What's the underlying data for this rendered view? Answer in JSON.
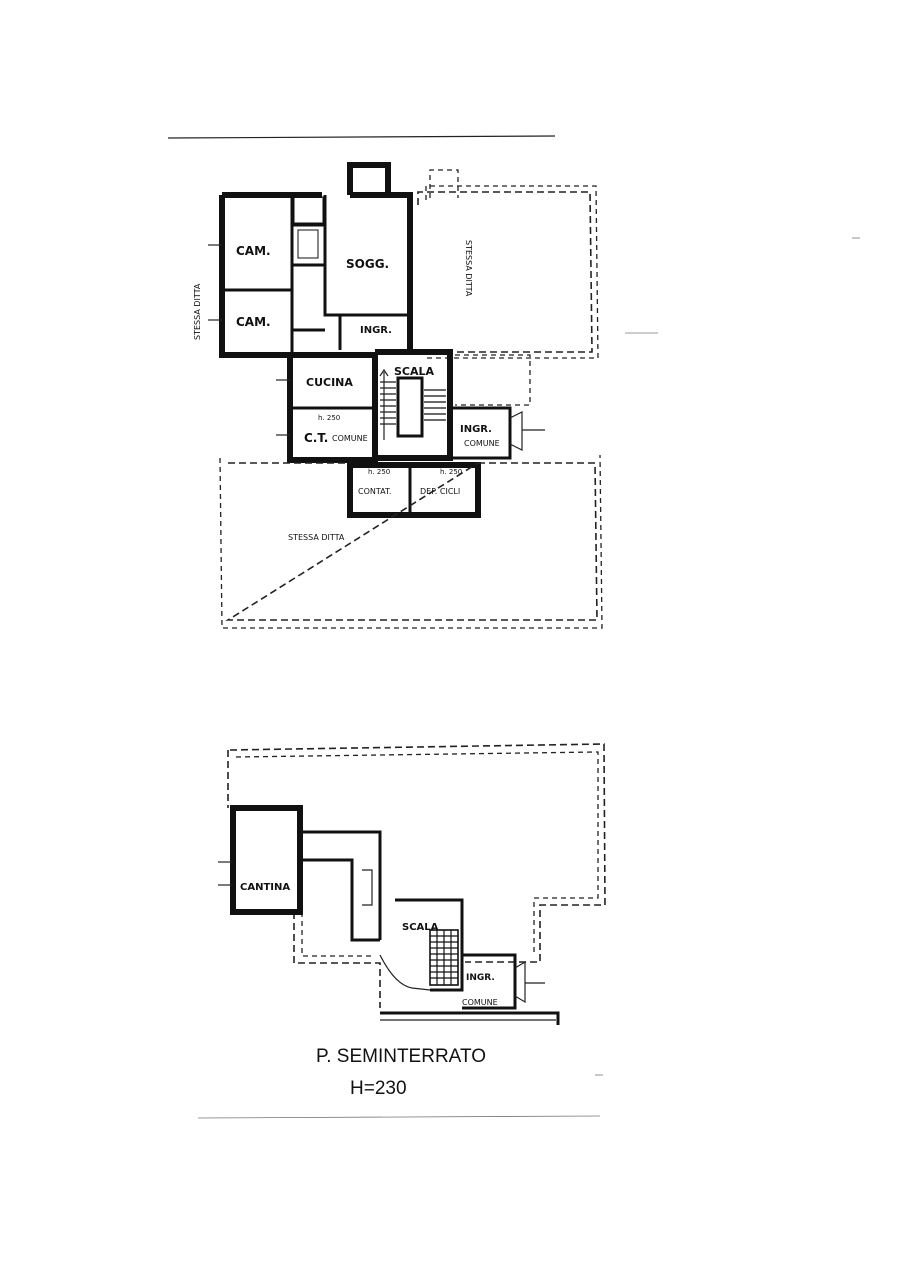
{
  "ground_floor": {
    "rooms": {
      "cam_1": "CAM.",
      "cam_2": "CAM.",
      "sogg": "SOGG.",
      "ingr": "INGR.",
      "cucina": "CUCINA",
      "ct": "C.T.",
      "ct_comune": "COMUNE",
      "scala": "SCALA",
      "ingr_comune": "INGR.",
      "ingr_comune_sub": "COMUNE",
      "contat": "CONTAT.",
      "dep_cicli": "DEP. CICLI"
    },
    "dimensions": {
      "ct_height": "h. 250",
      "contat_height": "h. 250",
      "dep_height": "h. 250"
    },
    "adjacent": {
      "left": "STESSA DITTA",
      "right": "STESSA DITTA",
      "bottom": "STESSA DITTA"
    }
  },
  "basement": {
    "rooms": {
      "cantina": "CANTINA",
      "scala": "SCALA",
      "ingr": "INGR.",
      "ingr_sub": "COMUNE"
    },
    "title": "P. SEMINTERRATO",
    "height": "H=230"
  }
}
